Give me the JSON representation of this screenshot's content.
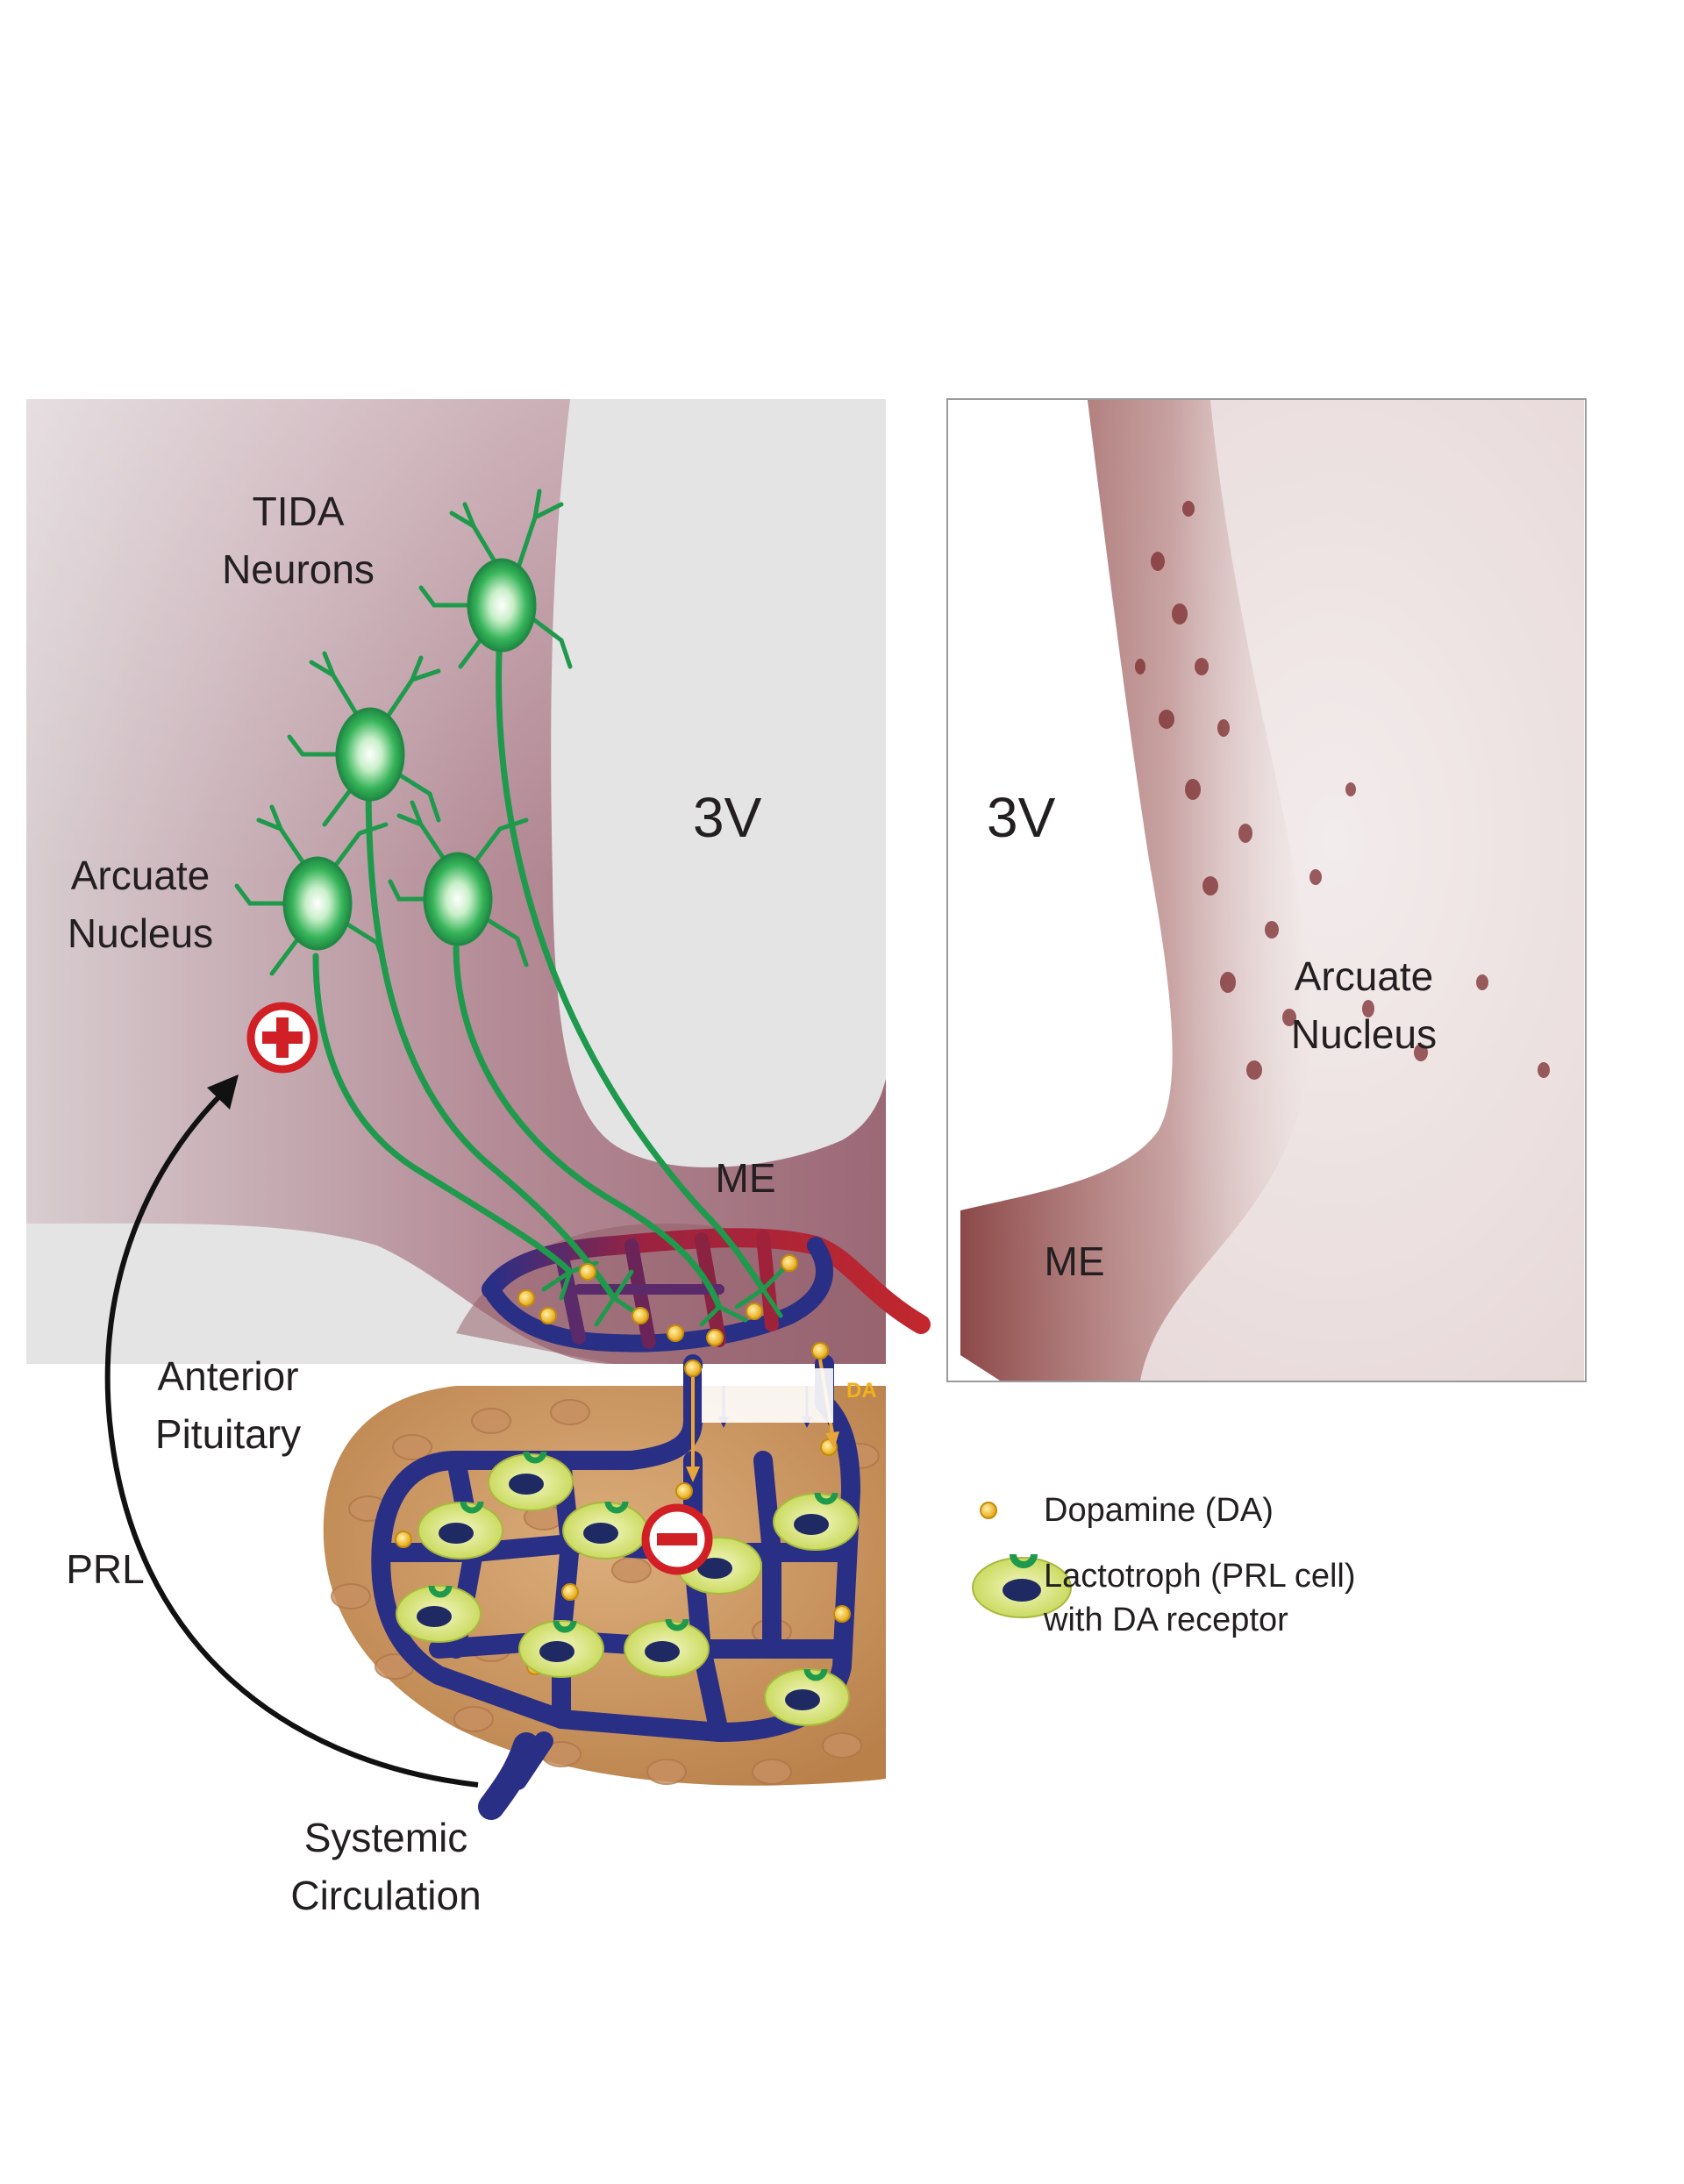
{
  "diagram": {
    "left_panel": {
      "tida_label": [
        "TIDA",
        "Neurons"
      ],
      "arcuate_label": [
        "Arcuate",
        "Nucleus"
      ],
      "ventricle_label": "3V",
      "me_label": "ME",
      "da_label": "DA",
      "pituitary_label": [
        "Anterior",
        "Pituitary"
      ],
      "prl_label": "PRL",
      "circulation_label": [
        "Systemic",
        "Circulation"
      ],
      "plus_symbol": "+",
      "minus_symbol": "−"
    },
    "right_panel": {
      "ventricle_label": "3V",
      "arcuate_label": [
        "Arcuate",
        "Nucleus"
      ],
      "me_label": "ME"
    },
    "legend": {
      "dopamine": "Dopamine (DA)",
      "lactotroph": [
        "Lactotroph (PRL cell)",
        "with DA receptor"
      ]
    },
    "colors": {
      "neuron": "#1f9a4c",
      "portal_vessel": "#2a2f86",
      "artery": "#c1272d",
      "dopamine": "#f4c12e",
      "lactotroph": "#d9e56a",
      "tissue": "#a4707d",
      "pituitary": "#cf9a65",
      "stain": "#8a3e3a"
    }
  }
}
